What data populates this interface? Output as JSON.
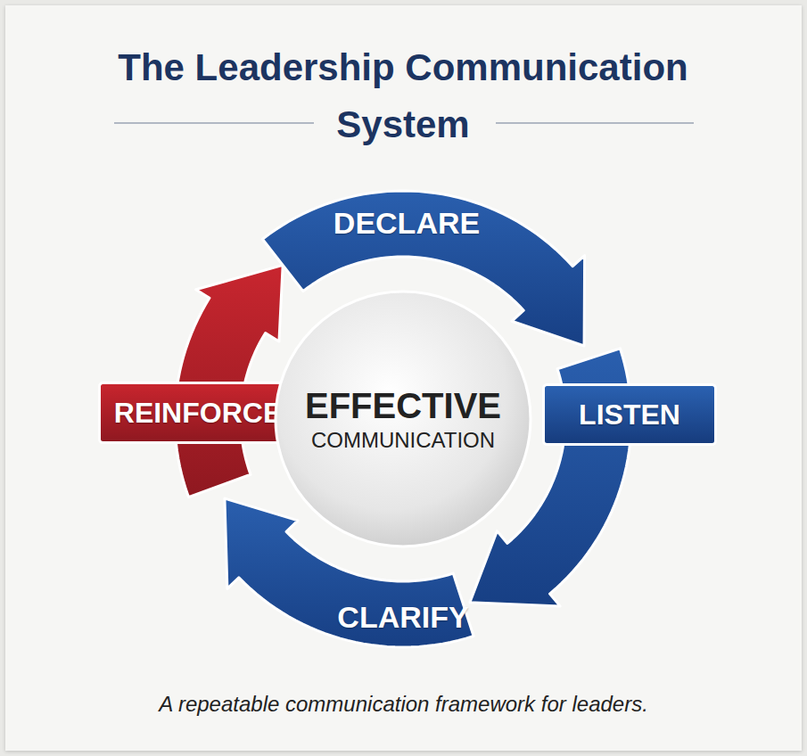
{
  "diagram": {
    "title": "The Leadership Communication System",
    "caption": "A repeatable communication framework for leaders.",
    "nodes": [
      {
        "text": [
          "DECLARE"
        ]
      },
      {
        "text": [
          "REINFORCE"
        ]
      },
      {
        "text": [
          "EFFECTIVE",
          "COMMUNICATION"
        ]
      },
      {
        "text": [
          "LISTEN"
        ]
      },
      {
        "text": [
          "CLARIFY"
        ]
      }
    ]
  }
}
